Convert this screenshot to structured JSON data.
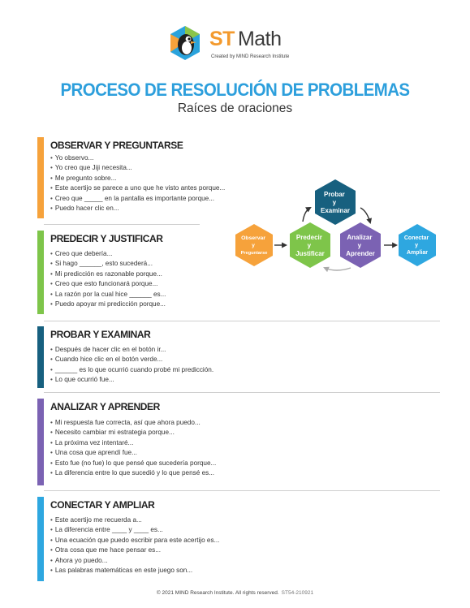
{
  "brand": {
    "name_st": "ST",
    "name_math": "Math",
    "tagline": "Created by MIND Research Institute"
  },
  "document": {
    "title": "PROCESO DE RESOLUCIÓN DE PROBLEMAS",
    "subtitle": "Raíces de oraciones"
  },
  "sections": [
    {
      "title": "OBSERVAR Y PREGUNTARSE",
      "color": "#f6a23b",
      "items": [
        "Yo observo...",
        "Yo creo que Jiji necesita...",
        "Me pregunto sobre...",
        "Este acertijo se parece a uno que he visto antes porque...",
        "Creo que _____ en la pantalla es importante porque...",
        "Puedo hacer clic en..."
      ]
    },
    {
      "title": "PREDECIR Y JUSTIFICAR",
      "color": "#7ec54a",
      "items": [
        "Creo que debería...",
        "Si hago ______, esto sucederá...",
        "Mi predicción es razonable porque...",
        "Creo que esto funcionará porque...",
        "La razón por la cual hice ______ es...",
        "Puedo apoyar mi predicción porque..."
      ]
    },
    {
      "title": "PROBAR Y EXAMINAR",
      "color": "#17607f",
      "items": [
        "Después de hacer clic en el botón ir...",
        "Cuando hice clic en el botón verde...",
        "______ es lo que ocurrió cuando probé mi predicción.",
        "Lo que ocurrió fue..."
      ]
    },
    {
      "title": "ANALIZAR Y APRENDER",
      "color": "#7b62b3",
      "items": [
        "Mi respuesta fue correcta, así que ahora puedo...",
        "Necesito cambiar mi estrategia porque...",
        "La próxima vez intentaré...",
        "Una cosa que aprendí fue...",
        "Esto fue (no fue) lo que pensé que sucedería porque...",
        "La diferencia entre lo que sucedió y lo que pensé es..."
      ]
    },
    {
      "title": "CONECTAR Y AMPLIAR",
      "color": "#2ea7e0",
      "items": [
        "Este acertijo me recuerda a...",
        "La diferencia entre ____ y ____ es...",
        "Una ecuación que puedo escribir para este acertijo es...",
        "Otra cosa que me hace pensar es...",
        "Ahora yo puedo...",
        "Las palabras matemáticas en este juego son..."
      ]
    }
  ],
  "diagram": {
    "nodes": [
      {
        "lines": [
          "Observar",
          "y",
          "Preguntarse"
        ],
        "color": "#f6a23b"
      },
      {
        "lines": [
          "Predecir",
          "y",
          "Justificar"
        ],
        "color": "#7ec54a"
      },
      {
        "lines": [
          "Probar",
          "y",
          "Examinar"
        ],
        "color": "#17607f"
      },
      {
        "lines": [
          "Analizar",
          "y",
          "Aprender"
        ],
        "color": "#7b62b3"
      },
      {
        "lines": [
          "Conectar",
          "y",
          "Ampliar"
        ],
        "color": "#2ea7e0"
      }
    ]
  },
  "footer": {
    "copyright": "© 2021 MIND Research Institute. All rights reserved.",
    "code": "ST54-210921"
  }
}
